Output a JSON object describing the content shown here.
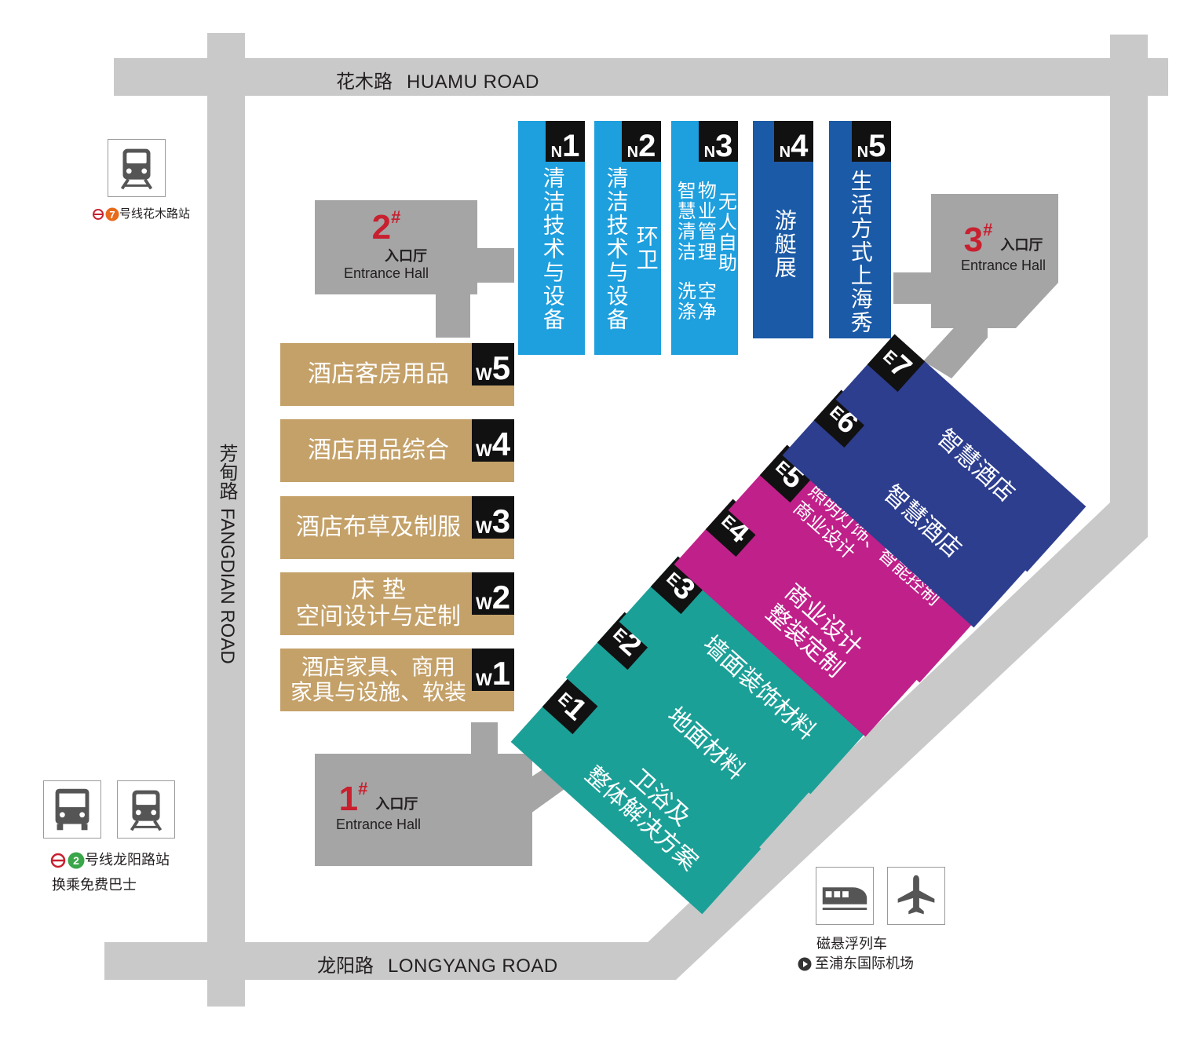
{
  "roads": {
    "north": {
      "cn": "花木路",
      "en": "HUAMU ROAD"
    },
    "south": {
      "cn": "龙阳路",
      "en": "LONGYANG ROAD"
    },
    "west": {
      "cn": "芳甸路",
      "en": "FANGDIAN ROAD"
    }
  },
  "entrances": [
    {
      "num": "1",
      "mark": "#",
      "cn": "入口厅",
      "en": "Entrance Hall"
    },
    {
      "num": "2",
      "mark": "#",
      "cn": "入口厅",
      "en": "Entrance Hall"
    },
    {
      "num": "3",
      "mark": "#",
      "cn": "入口厅",
      "en": "Entrance Hall"
    }
  ],
  "north_halls": [
    {
      "prefix": "N",
      "digit": "1",
      "label": "清洁技术与设备",
      "color": "#1e9fde"
    },
    {
      "prefix": "N",
      "digit": "2",
      "label_a": "清洁技术与设备",
      "label_b": "环卫",
      "color": "#1e9fde"
    },
    {
      "prefix": "N",
      "digit": "3",
      "col1": "智慧清洁",
      "col2": "物业管理",
      "col3": "无人自助",
      "col4": "洗涤",
      "col5": "空净",
      "color": "#1e9fde"
    },
    {
      "prefix": "N",
      "digit": "4",
      "label": "游艇展",
      "color": "#1b5aa6"
    },
    {
      "prefix": "N",
      "digit": "5",
      "label": "生活方式上海秀",
      "color": "#1b5aa6"
    }
  ],
  "west_halls": [
    {
      "prefix": "W",
      "digit": "5",
      "lines": [
        "酒店客房用品"
      ]
    },
    {
      "prefix": "W",
      "digit": "4",
      "lines": [
        "酒店用品综合"
      ]
    },
    {
      "prefix": "W",
      "digit": "3",
      "lines": [
        "酒店布草及制服"
      ]
    },
    {
      "prefix": "W",
      "digit": "2",
      "lines": [
        "床 垫",
        "空间设计与定制"
      ]
    },
    {
      "prefix": "W",
      "digit": "1",
      "lines": [
        "酒店家具、商用",
        "家具与设施、软装"
      ]
    }
  ],
  "east_halls": [
    {
      "prefix": "E",
      "digit": "1",
      "lines": [
        "卫浴及",
        "整体解决方案"
      ],
      "color": "#1ba097"
    },
    {
      "prefix": "E",
      "digit": "2",
      "lines": [
        "地面材料"
      ],
      "color": "#1ba097"
    },
    {
      "prefix": "E",
      "digit": "3",
      "lines": [
        "墙面装饰材料"
      ],
      "color": "#1ba097"
    },
    {
      "prefix": "E",
      "digit": "4",
      "lines": [
        "商业设计",
        "整装定制"
      ],
      "color": "#c0208a"
    },
    {
      "prefix": "E",
      "digit": "5",
      "lines": [
        "照明灯饰、智能控制",
        "商业设计"
      ],
      "color": "#c0208a"
    },
    {
      "prefix": "E",
      "digit": "6",
      "lines": [
        "智慧酒店"
      ],
      "color": "#2d3e8f"
    },
    {
      "prefix": "E",
      "digit": "7",
      "lines": [
        "智慧酒店"
      ],
      "color": "#2d3e8f"
    }
  ],
  "transit": {
    "line7_num": "7",
    "line7": "号线花木路站",
    "line2_num": "2",
    "line2": "号线龙阳路站",
    "line2_sub": "换乘免费巴士",
    "maglev": "磁悬浮列车",
    "maglev_sub": "至浦东国际机场"
  },
  "icons": {
    "metro": "metro-train-icon",
    "bus": "bus-icon",
    "maglev": "maglev-train-icon",
    "airplane": "airplane-icon",
    "play": "play-arrow-icon"
  },
  "colors": {
    "road": "#c9c9ca",
    "hall_grey": "#a5a5a6",
    "west": "#c4a169",
    "entrance_red": "#c8202f"
  }
}
